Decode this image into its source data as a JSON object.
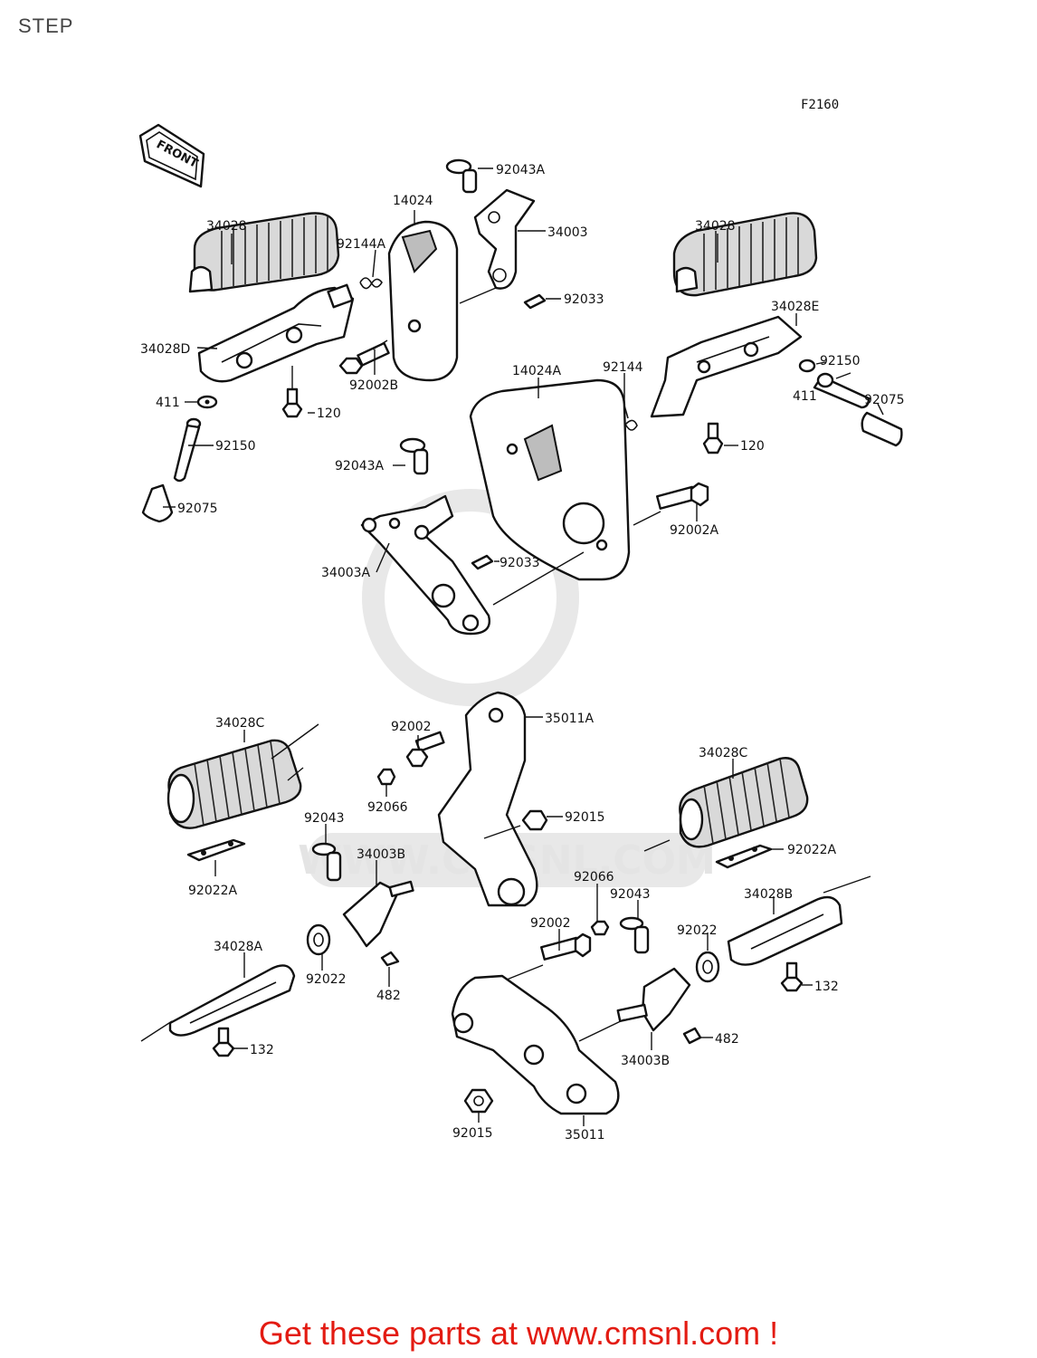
{
  "page": {
    "title": "STEP"
  },
  "diagram": {
    "figure_code": "F2160",
    "front_arrow_label": "FRONT",
    "watermark_text": "WWW.CMSNL.COM",
    "labels": {
      "p34028_left": "34028",
      "p14024": "14024",
      "p92043A_top": "92043A",
      "p34003": "34003",
      "p92144A": "92144A",
      "p92033_top": "92033",
      "p34028D": "34028D",
      "p92002B": "92002B",
      "p411_left": "411",
      "p120_left": "120",
      "p92150_left": "92150",
      "p92075_left": "92075",
      "p34028_right": "34028",
      "p34028E": "34028E",
      "p92144": "92144",
      "p14024A": "14024A",
      "p92150_right": "92150",
      "p411_right": "411",
      "p92075_right": "92075",
      "p120_right": "120",
      "p92043A_mid": "92043A",
      "p92002A": "92002A",
      "p92033_mid": "92033",
      "p34003A": "34003A",
      "p34028C_left": "34028C",
      "p92002_top": "92002",
      "p35011A": "35011A",
      "p92066_left": "92066",
      "p34028C_right": "34028C",
      "p92015_right": "92015",
      "p92043_left": "92043",
      "p34003B_left": "34003B",
      "p92022A_right": "92022A",
      "p92022A_left": "92022A",
      "p92066_mid": "92066",
      "p92043_right": "92043",
      "p34028B": "34028B",
      "p92002_bottom": "92002",
      "p34028A": "34028A",
      "p92022_left": "92022",
      "p482_left": "482",
      "p92022_right": "92022",
      "p132_right": "132",
      "p132_left": "132",
      "p482_right": "482",
      "p34003B_right": "34003B",
      "p92015_bottom": "92015",
      "p35011": "35011"
    }
  },
  "footer": {
    "text": "Get these parts at www.cmsnl.com !",
    "color": "#e31b12"
  }
}
